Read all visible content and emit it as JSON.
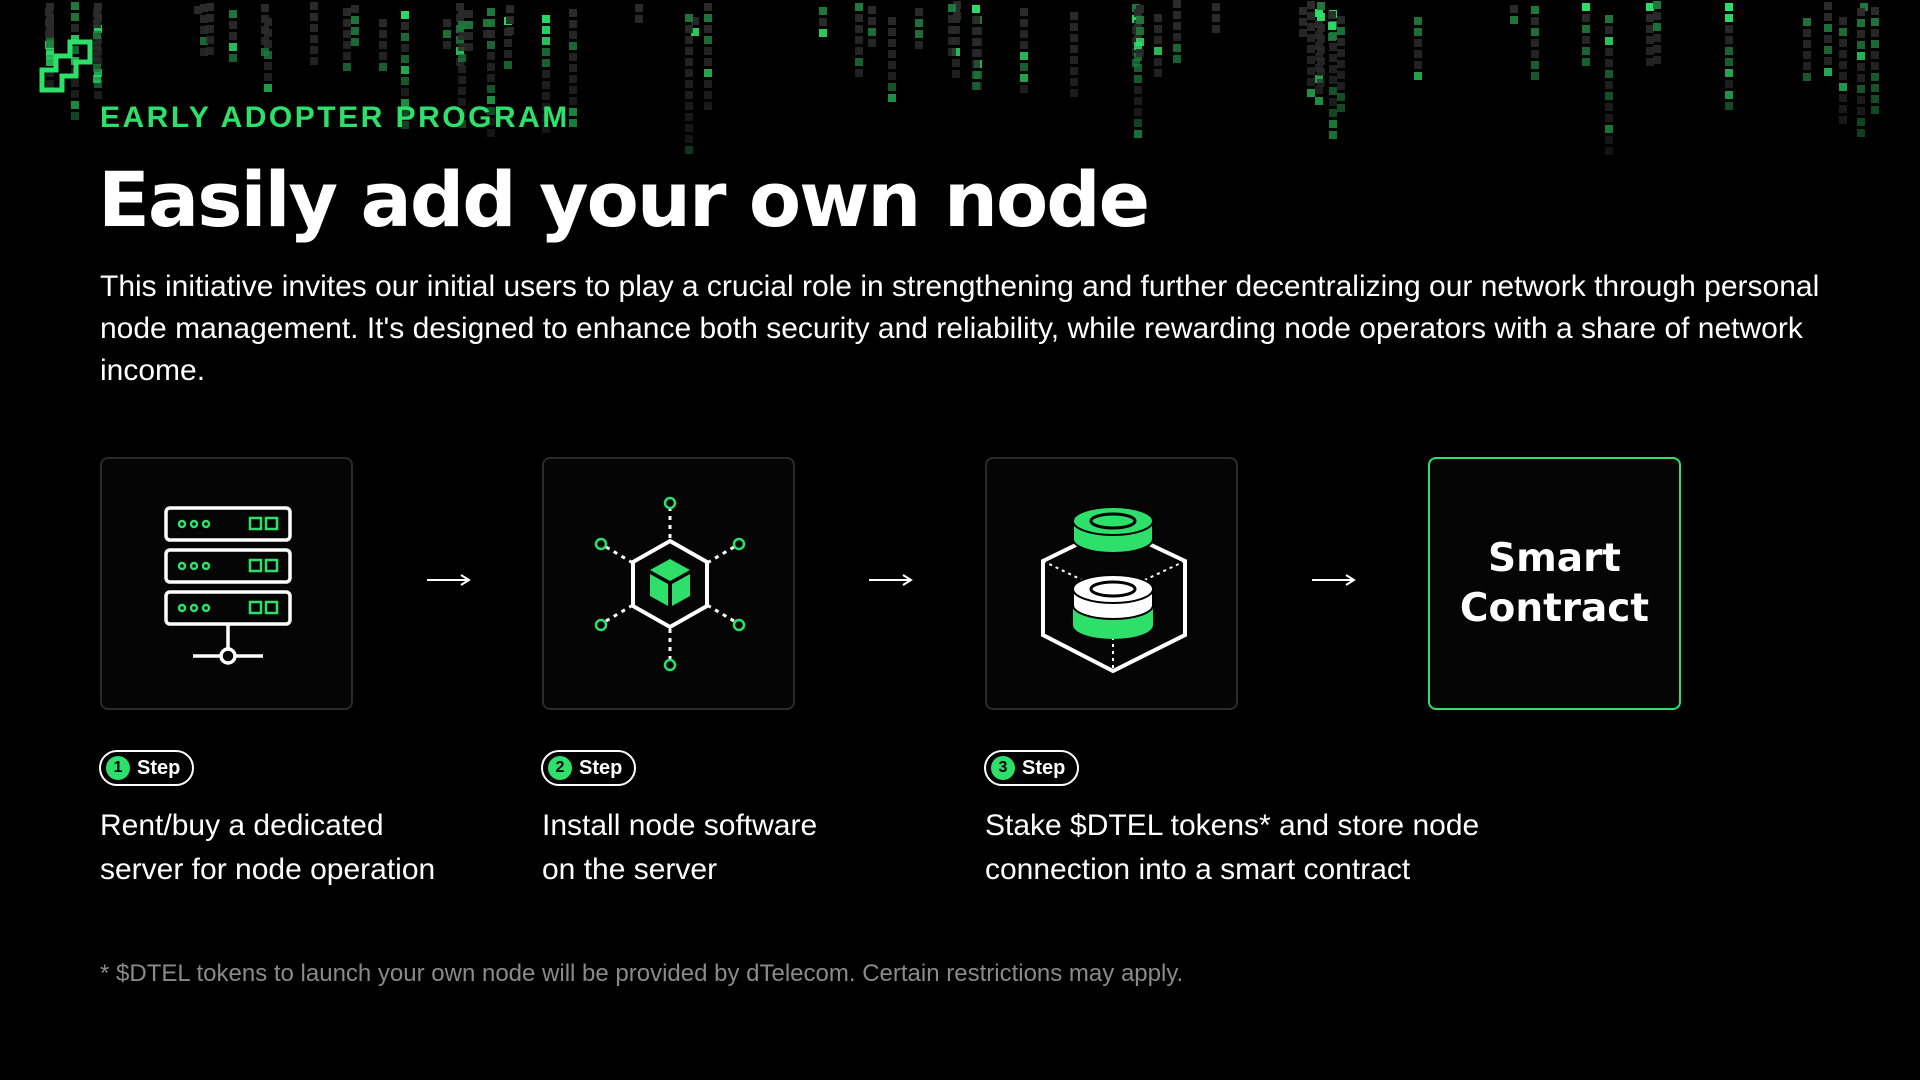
{
  "brand": {
    "logo_icon": "dtelecom-logo-icon",
    "accent_color": "#2EE06A",
    "background_color": "#000000"
  },
  "header": {
    "eyebrow": "EARLY ADOPTER PROGRAM",
    "title": "Easily add your own node",
    "description": "This initiative invites our initial users to play a crucial role in strengthening and further decentralizing our network through personal node management. It's designed to enhance both security and reliability, while rewarding node operators with a share of network income."
  },
  "steps": [
    {
      "number": "1",
      "badge_label": "Step",
      "icon": "server-rack-icon",
      "text_lines": [
        "Rent/buy a dedicated",
        "server for node operation"
      ]
    },
    {
      "number": "2",
      "badge_label": "Step",
      "icon": "node-network-cube-icon",
      "text_lines": [
        "Install node software",
        "on the server"
      ]
    },
    {
      "number": "3",
      "badge_label": "Step",
      "icon": "token-stake-box-icon",
      "text_lines": [
        "Stake $DTEL tokens* and store node",
        "connection into a smart contract"
      ]
    }
  ],
  "final_card": {
    "line1": "Smart",
    "line2": "Contract"
  },
  "arrows": [
    "arrow-right-icon",
    "arrow-right-icon",
    "arrow-right-icon"
  ],
  "footnote": "* $DTEL tokens to launch your own node will be provided by dTelecom. Certain restrictions may apply."
}
